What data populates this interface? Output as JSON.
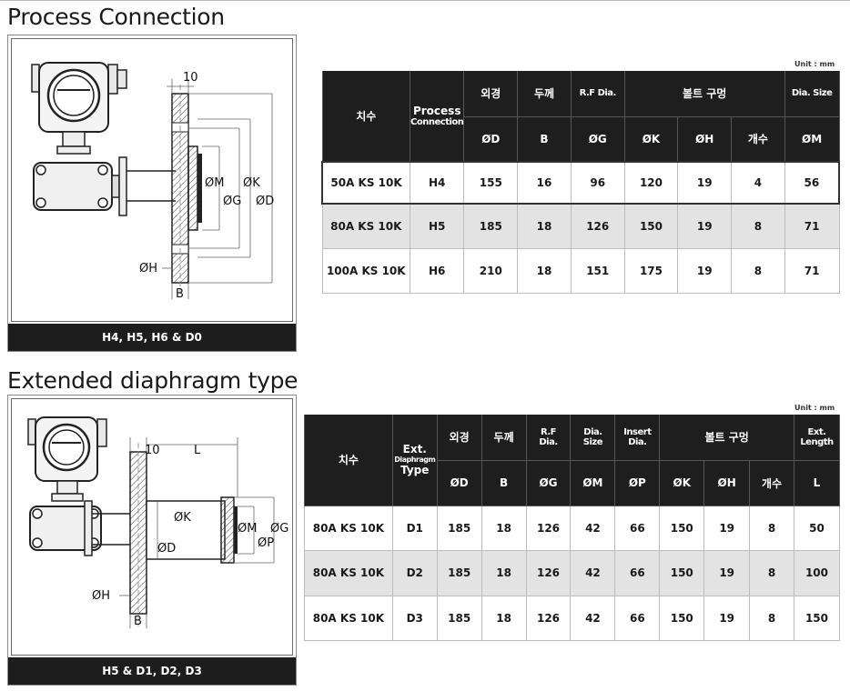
{
  "section1": {
    "title": "Process Connection",
    "figure_caption": "H4, H5, H6 & D0",
    "unit": "Unit : mm",
    "dims": {
      "top": "10",
      "m": "ØM",
      "k": "ØK",
      "g": "ØG",
      "d": "ØD",
      "h": "ØH",
      "b": "B"
    },
    "header": {
      "size": "치수",
      "process": "Process",
      "connection": "Connection",
      "od": "외경",
      "thick": "두께",
      "rf": "R.F Dia.",
      "bolt": "볼트 구멍",
      "dia_size": "Dia. Size",
      "sub": [
        "ØD",
        "B",
        "ØG",
        "ØK",
        "ØH",
        "개수",
        "ØM"
      ]
    },
    "rows": [
      [
        "50A KS 10K",
        "H4",
        "155",
        "16",
        "96",
        "120",
        "19",
        "4",
        "56"
      ],
      [
        "80A KS 10K",
        "H5",
        "185",
        "18",
        "126",
        "150",
        "19",
        "8",
        "71"
      ],
      [
        "100A KS 10K",
        "H6",
        "210",
        "18",
        "151",
        "175",
        "19",
        "8",
        "71"
      ]
    ]
  },
  "section2": {
    "title": "Extended diaphragm type",
    "figure_caption": "H5 & D1, D2, D3",
    "unit": "Unit : mm",
    "dims": {
      "top": "10",
      "l": "L",
      "k": "ØK",
      "d": "ØD",
      "m": "ØM",
      "g": "ØG",
      "p": "ØP",
      "h": "ØH",
      "b": "B"
    },
    "header": {
      "size": "치수",
      "ext": "Ext.",
      "diaphragm": "Diaphragm",
      "type": "Type",
      "od": "외경",
      "thick": "두께",
      "rf1": "R.F",
      "rf2": "Dia.",
      "ds1": "Dia.",
      "ds2": "Size",
      "ins1": "Insert",
      "ins2": "Dia.",
      "bolt": "볼트 구멍",
      "el1": "Ext.",
      "el2": "Length",
      "sub": [
        "ØD",
        "B",
        "ØG",
        "ØM",
        "ØP",
        "ØK",
        "ØH",
        "개수",
        "L"
      ]
    },
    "rows": [
      [
        "80A KS 10K",
        "D1",
        "185",
        "18",
        "126",
        "42",
        "66",
        "150",
        "19",
        "8",
        "50"
      ],
      [
        "80A KS 10K",
        "D2",
        "185",
        "18",
        "126",
        "42",
        "66",
        "150",
        "19",
        "8",
        "100"
      ],
      [
        "80A KS 10K",
        "D3",
        "185",
        "18",
        "126",
        "42",
        "66",
        "150",
        "19",
        "8",
        "150"
      ]
    ]
  }
}
